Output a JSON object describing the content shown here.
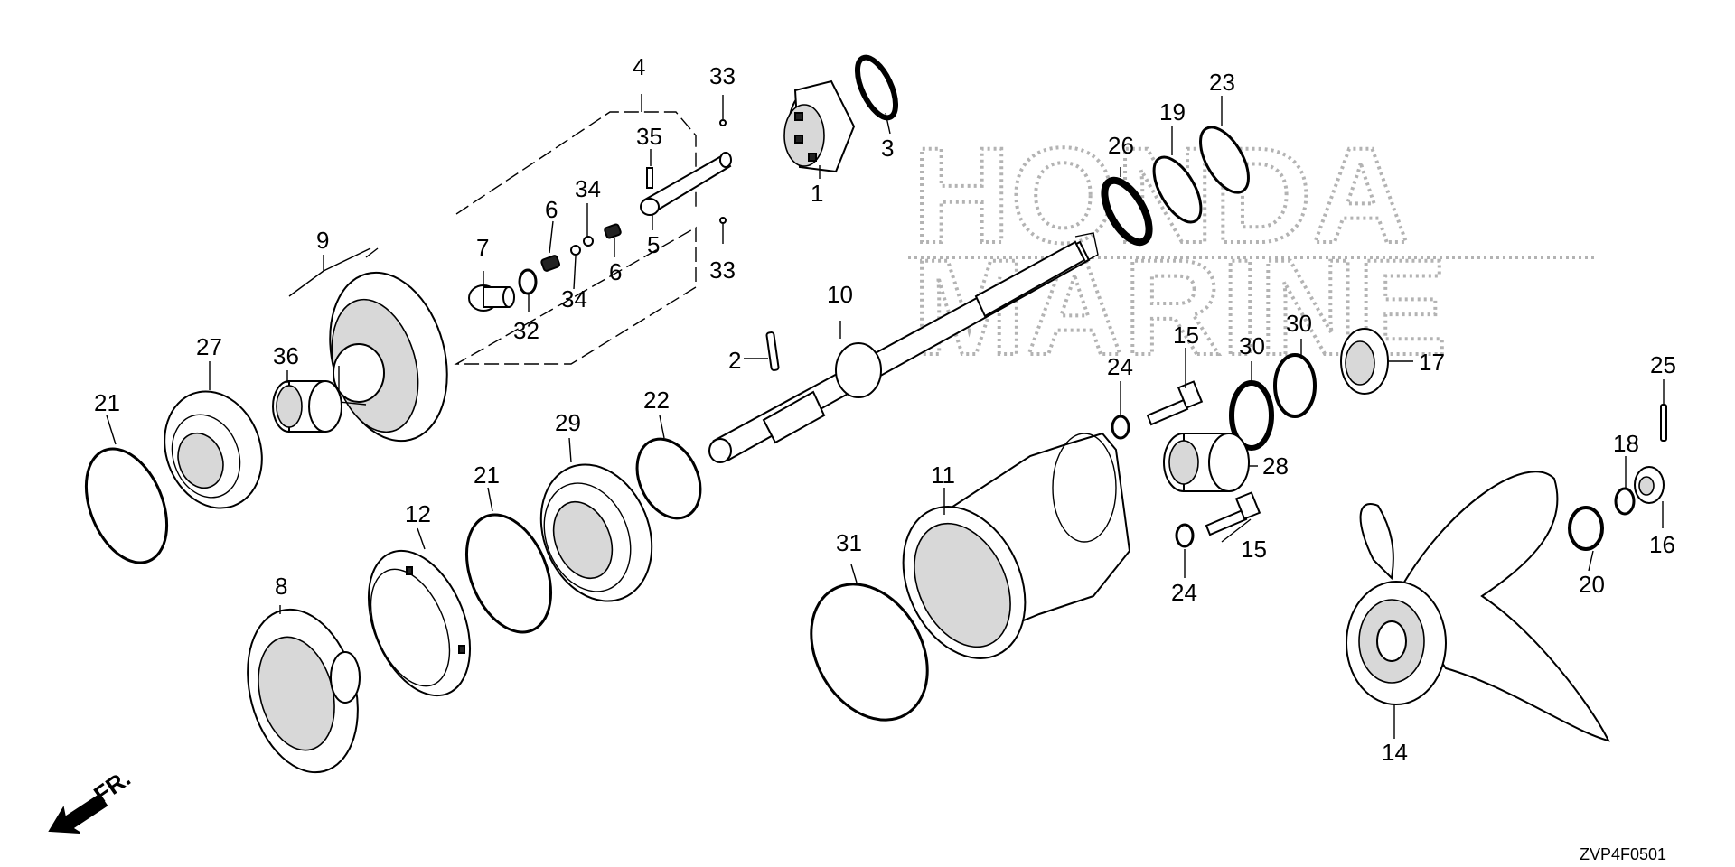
{
  "watermark": {
    "line1": "HONDA",
    "line2": "MARINE"
  },
  "direction_label": "FR.",
  "diagram_code": "ZVP4F0501",
  "callouts": {
    "c1": "1",
    "c2": "2",
    "c3": "3",
    "c4": "4",
    "c5": "5",
    "c6a": "6",
    "c6b": "6",
    "c7": "7",
    "c8": "8",
    "c9": "9",
    "c10": "10",
    "c11": "11",
    "c12": "12",
    "c14": "14",
    "c15a": "15",
    "c15b": "15",
    "c16": "16",
    "c17": "17",
    "c18": "18",
    "c19": "19",
    "c20": "20",
    "c21a": "21",
    "c21b": "21",
    "c22": "22",
    "c23": "23",
    "c24a": "24",
    "c24b": "24",
    "c25": "25",
    "c26": "26",
    "c27": "27",
    "c28": "28",
    "c29": "29",
    "c30a": "30",
    "c30b": "30",
    "c31": "31",
    "c32": "32",
    "c33a": "33",
    "c33b": "33",
    "c34a": "34",
    "c34b": "34",
    "c35": "35",
    "c36": "36"
  }
}
